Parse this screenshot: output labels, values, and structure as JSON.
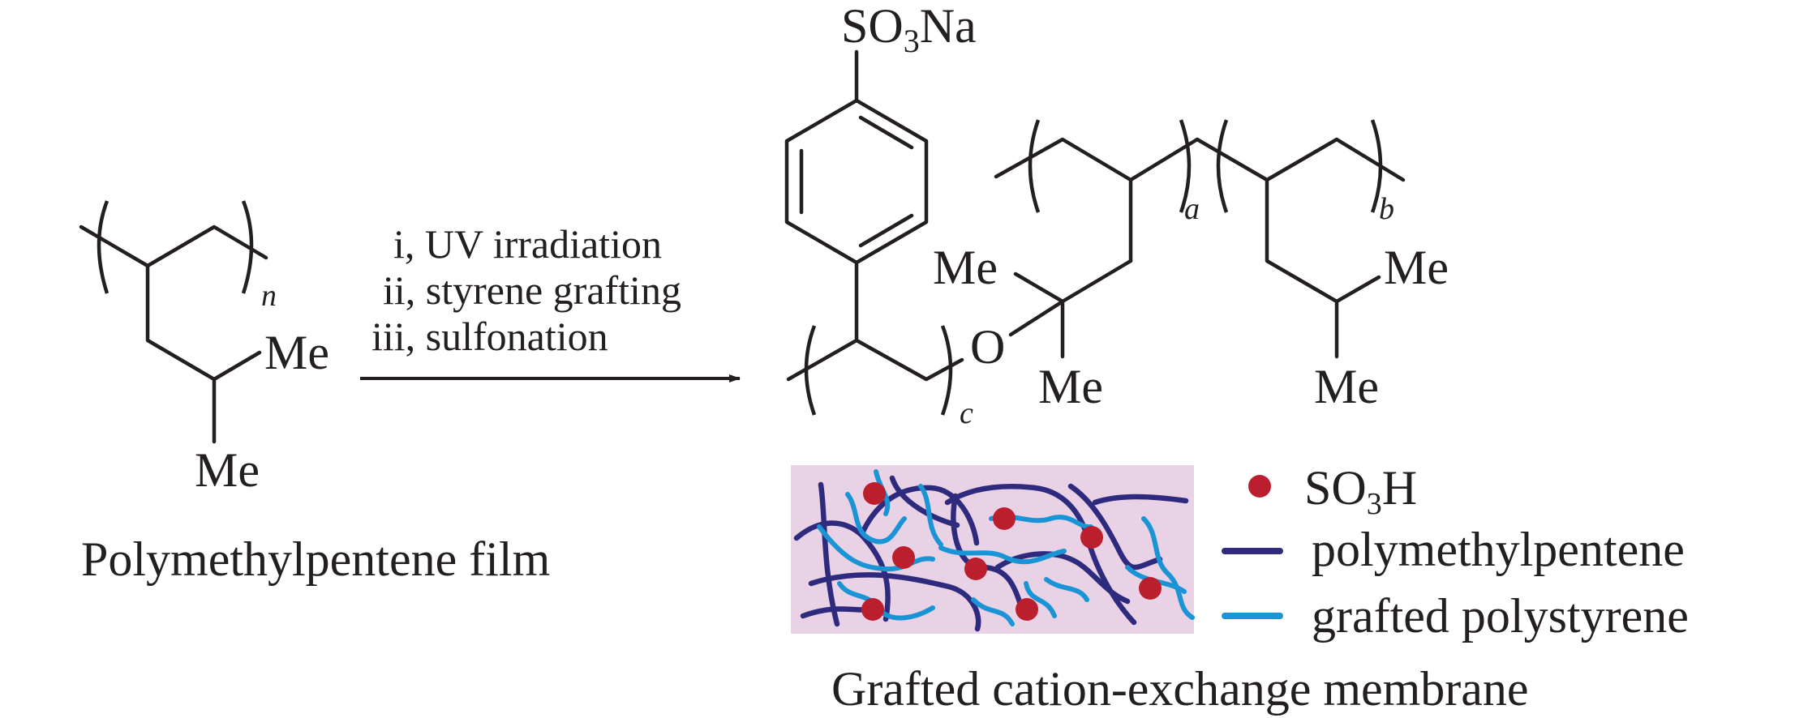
{
  "reactant": {
    "label_me_upper": "Me",
    "label_me_lower": "Me",
    "repeat_subscript": "n",
    "caption": "Polymethylpentene film"
  },
  "conditions": {
    "step1": "i, UV irradiation",
    "step2": "ii, styrene grafting",
    "step3": "iii, sulfonation"
  },
  "product": {
    "sulfonate_main": "SO",
    "sulfonate_sub": "3",
    "sulfonate_cation": "Na",
    "oxygen": "O",
    "subscript_c": "c",
    "subscript_a": "a",
    "subscript_b": "b",
    "me_left_top": "Me",
    "me_left_bottom": "Me",
    "me_right_top": "Me",
    "me_right_bottom": "Me"
  },
  "membrane": {
    "caption": "Grafted cation-exchange membrane",
    "background_color": "#e9d2e6",
    "site_color": "#bb1f2e",
    "pmp_color": "#2e2a7d",
    "gps_color": "#1a94d4"
  },
  "legend": {
    "items": [
      {
        "marker": "dot",
        "main": "SO",
        "sub": "3",
        "tail": "H",
        "color": "#bb1f2e"
      },
      {
        "marker": "line",
        "label": "polymethylpentene",
        "color": "#2e2a7d"
      },
      {
        "marker": "line",
        "label": "grafted polystyrene",
        "color": "#1a94d4"
      }
    ]
  }
}
